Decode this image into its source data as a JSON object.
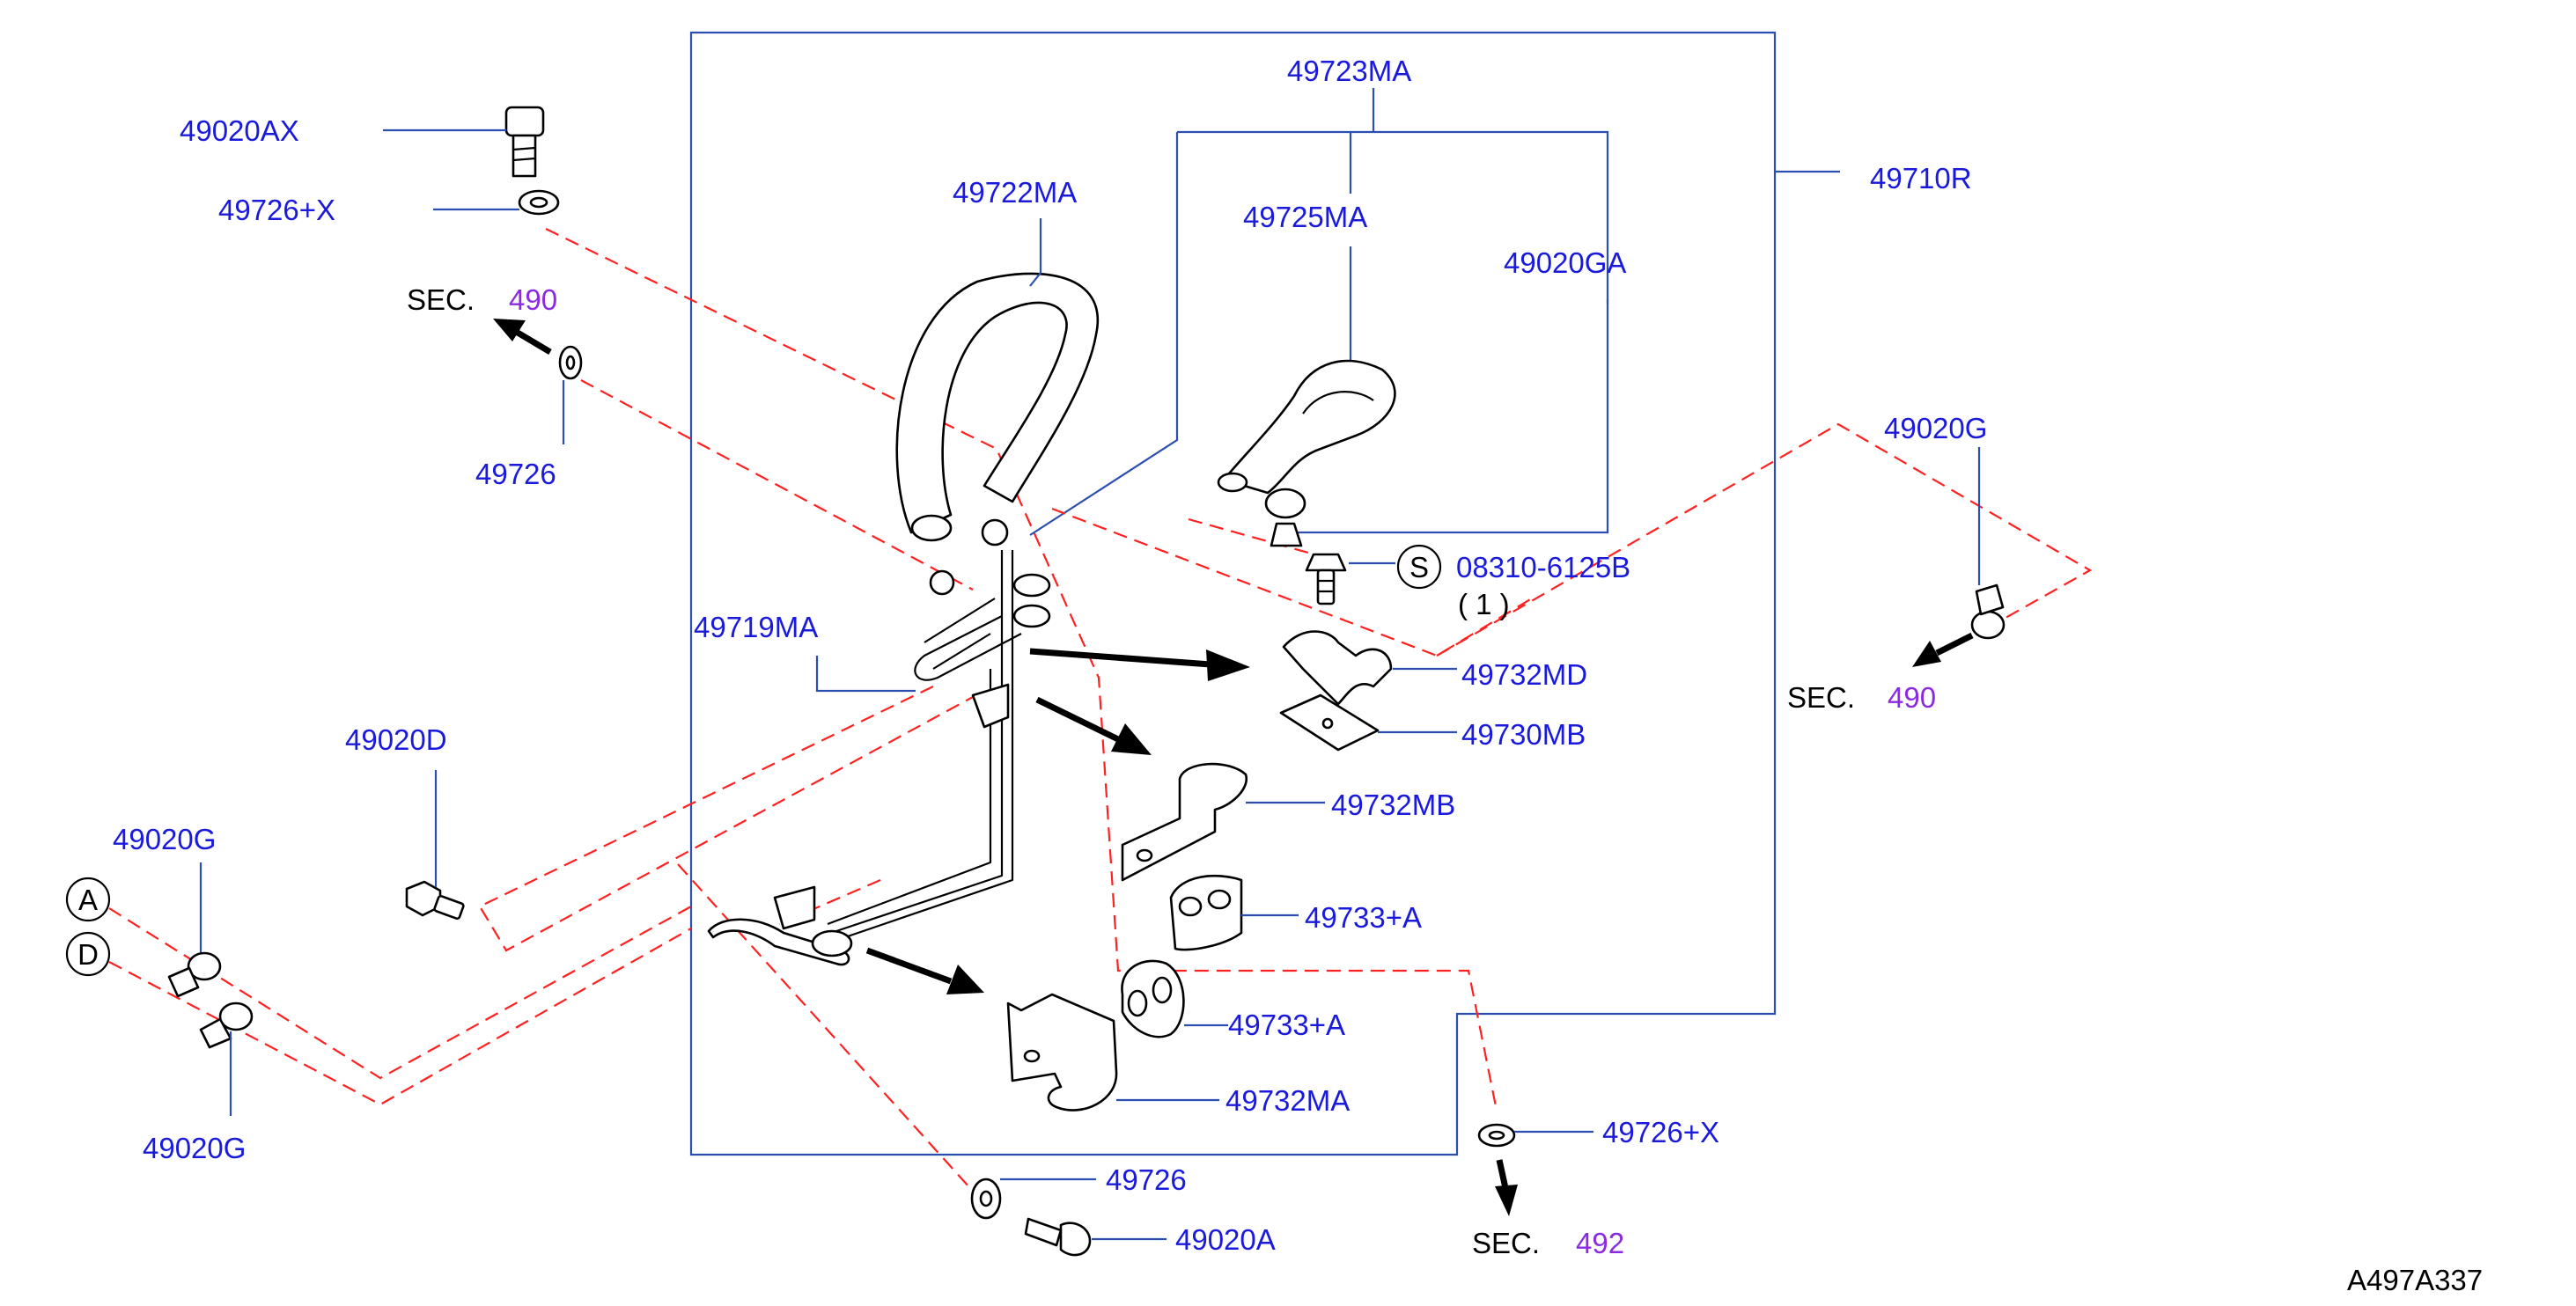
{
  "diagram_id": "A497A337",
  "parts": {
    "p49020AX": "49020AX",
    "p49726X_top": "49726+X",
    "p49726_left": "49726",
    "p49722MA": "49722MA",
    "p49723MA": "49723MA",
    "p49725MA": "49725MA",
    "p49020GA": "49020GA",
    "p49710R": "49710R",
    "p49020G_right": "49020G",
    "p08310": "08310-6125B",
    "p08310_qty": "( 1 )",
    "p49719MA": "49719MA",
    "p49732MD": "49732MD",
    "p49730MB": "49730MB",
    "p49020D": "49020D",
    "p49020G_left_top": "49020G",
    "p49020G_left_bottom": "49020G",
    "p49732MB": "49732MB",
    "p49733A_upper": "49733+A",
    "p49733A_lower": "49733+A",
    "p49732MA": "49732MA",
    "p49726X_bottom": "49726+X",
    "p49726_bottom": "49726",
    "p49020A": "49020A"
  },
  "sections": {
    "sec_word": "SEC.",
    "sec_top_left": "490",
    "sec_right": "490",
    "sec_bottom": "492"
  },
  "markers": {
    "A": "A",
    "D": "D",
    "S": "S"
  },
  "colors": {
    "label": "#1a1adc",
    "section_number": "#8a2be2",
    "leader": "#2b4fb0",
    "dashed_link": "#ff2020"
  }
}
